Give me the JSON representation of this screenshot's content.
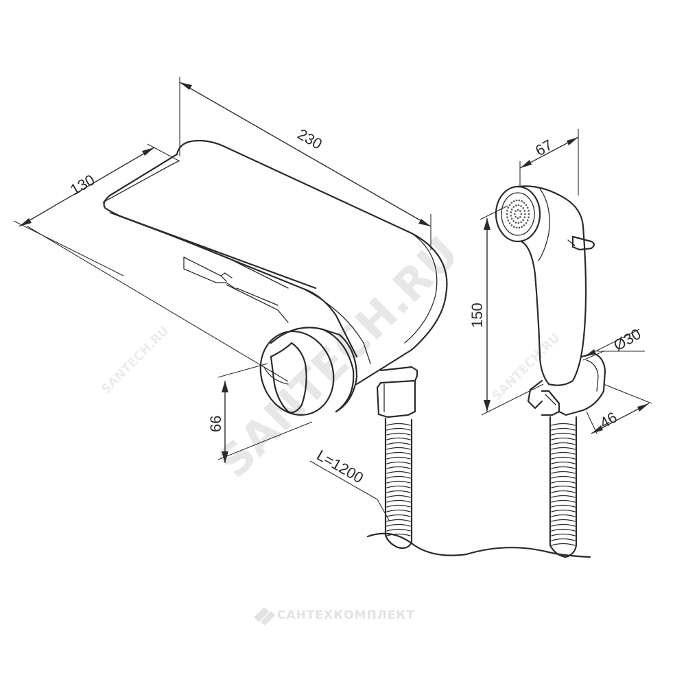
{
  "watermark": {
    "main": "SANTECH.RU",
    "small_left": "SANTECH.RU",
    "small_right": "SANTECH.RU",
    "brand": "САНТЕХКОМПЛЕКТ"
  },
  "dimensions": {
    "length": "230",
    "depth": "130",
    "height": "66",
    "hose": "L=1200",
    "handset_width": "67",
    "handset_height": "150",
    "holder_diameter": "Ø30",
    "holder_depth": "46"
  }
}
